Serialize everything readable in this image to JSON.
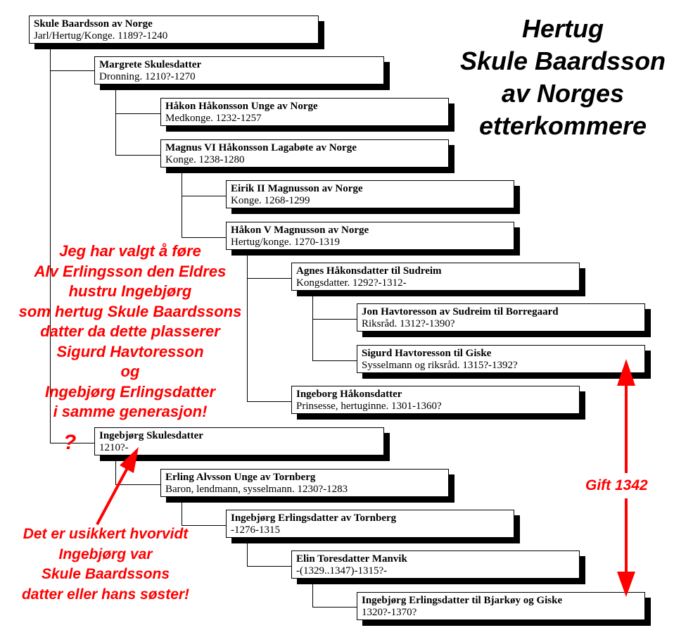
{
  "title": {
    "lines": [
      "Hertug",
      "Skule Baardsson",
      "av Norges",
      "etterkommere"
    ]
  },
  "persons": [
    {
      "name": "Skule Baardsson av Norge",
      "detail": "Jarl/Hertug/Konge.  1189?-1240"
    },
    {
      "name": "Margrete  Skulesdatter",
      "detail": "Dronning.  1210?-1270"
    },
    {
      "name": "Håkon Håkonsson Unge av Norge",
      "detail": "Medkonge.  1232-1257"
    },
    {
      "name": "Magnus VI Håkonsson Lagabøte av Norge",
      "detail": "Konge.  1238-1280"
    },
    {
      "name": "Eirik II Magnusson av  Norge",
      "detail": "Konge.  1268-1299"
    },
    {
      "name": "Håkon V Magnusson av Norge",
      "detail": "Hertug/konge.  1270-1319"
    },
    {
      "name": "Agnes Håkonsdatter til Sudreim",
      "detail": "Kongsdatter.  1292?-1312-"
    },
    {
      "name": "Jon Havtoresson av Sudreim til Borregaard",
      "detail": "Riksråd.  1312?-1390?"
    },
    {
      "name": "Sigurd Havtoresson til Giske",
      "detail": "Sysselmann og riksråd.  1315?-1392?"
    },
    {
      "name": "Ingeborg  Håkonsdatter",
      "detail": "Prinsesse, hertuginne.  1301-1360?"
    },
    {
      "name": "Ingebjørg  Skulesdatter",
      "detail": "1210?-"
    },
    {
      "name": "Erling Alvsson Unge av Tornberg",
      "detail": "Baron, lendmann, sysselmann.  1230?-1283"
    },
    {
      "name": "Ingebjørg Erlingsdatter av Tornberg",
      "detail": "-1276-1315"
    },
    {
      "name": "Elin Toresdatter Manvik",
      "detail": "-(1329..1347)-1315?-"
    },
    {
      "name": "Ingebjørg Erlingsdatter til Bjarkøy og Giske",
      "detail": "1320?-1370?"
    }
  ],
  "annotations": {
    "note1_lines": [
      "Jeg har valgt å føre",
      "Alv Erlingsson den Eldres",
      "hustru Ingebjørg",
      "som hertug Skule Baardssons",
      "datter da dette plasserer",
      "Sigurd Havtoresson",
      "og",
      "Ingebjørg Erlingsdatter",
      "i samme generasjon!"
    ],
    "question_mark": "?",
    "note2_lines": [
      "Det er usikkert hvorvidt",
      "Ingebjørg var",
      "Skule Baardssons",
      "datter eller hans søster!"
    ],
    "married_label": "Gift 1342"
  },
  "colors": {
    "annotation": "#ff0000",
    "box_border": "#000000",
    "background": "#ffffff"
  }
}
